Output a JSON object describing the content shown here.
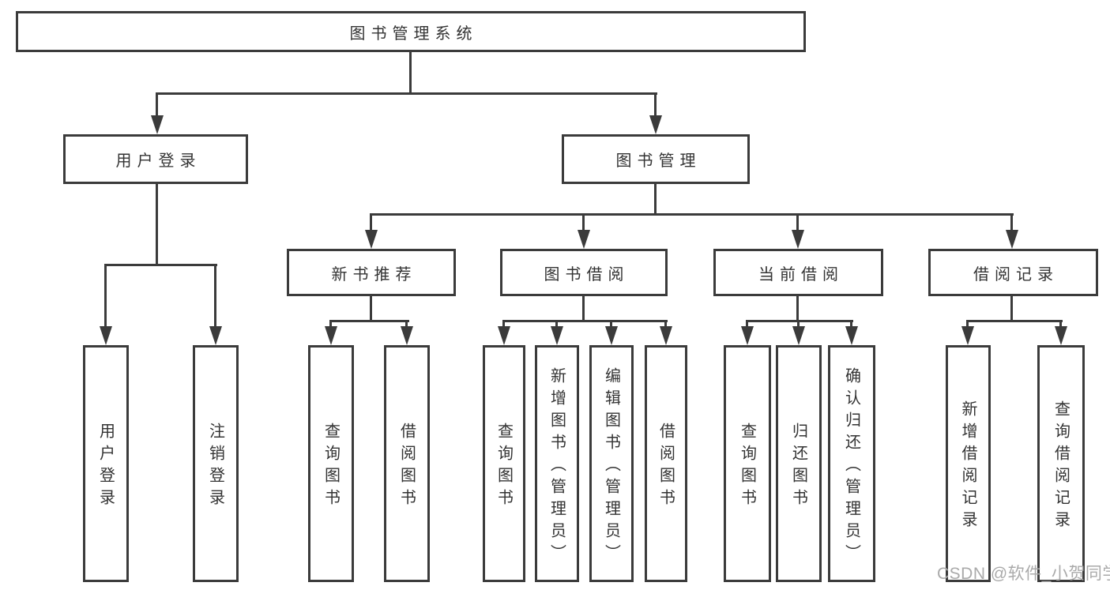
{
  "nodes": {
    "root": "图书管理系统",
    "level2": [
      "用户登录",
      "图书管理"
    ],
    "level3": [
      "新书推荐",
      "图书借阅",
      "当前借阅",
      "借阅记录"
    ],
    "leaves_user": [
      "用户登录",
      "注销登录"
    ],
    "leaves_newbook": [
      "查询图书",
      "借阅图书"
    ],
    "leaves_borrow": [
      "查询图书",
      "新增图书（管理员）",
      "编辑图书（管理员）",
      "借阅图书"
    ],
    "leaves_current": [
      "查询图书",
      "归还图书",
      "确认归还（管理员）"
    ],
    "leaves_records": [
      "新增借阅记录",
      "查询借阅记录"
    ]
  },
  "watermark": "CSDN @软件_小贺同学",
  "colors": {
    "line": "#3b3b3b",
    "text": "#333333",
    "watermark": "#aaaaaa",
    "background": "#ffffff"
  }
}
